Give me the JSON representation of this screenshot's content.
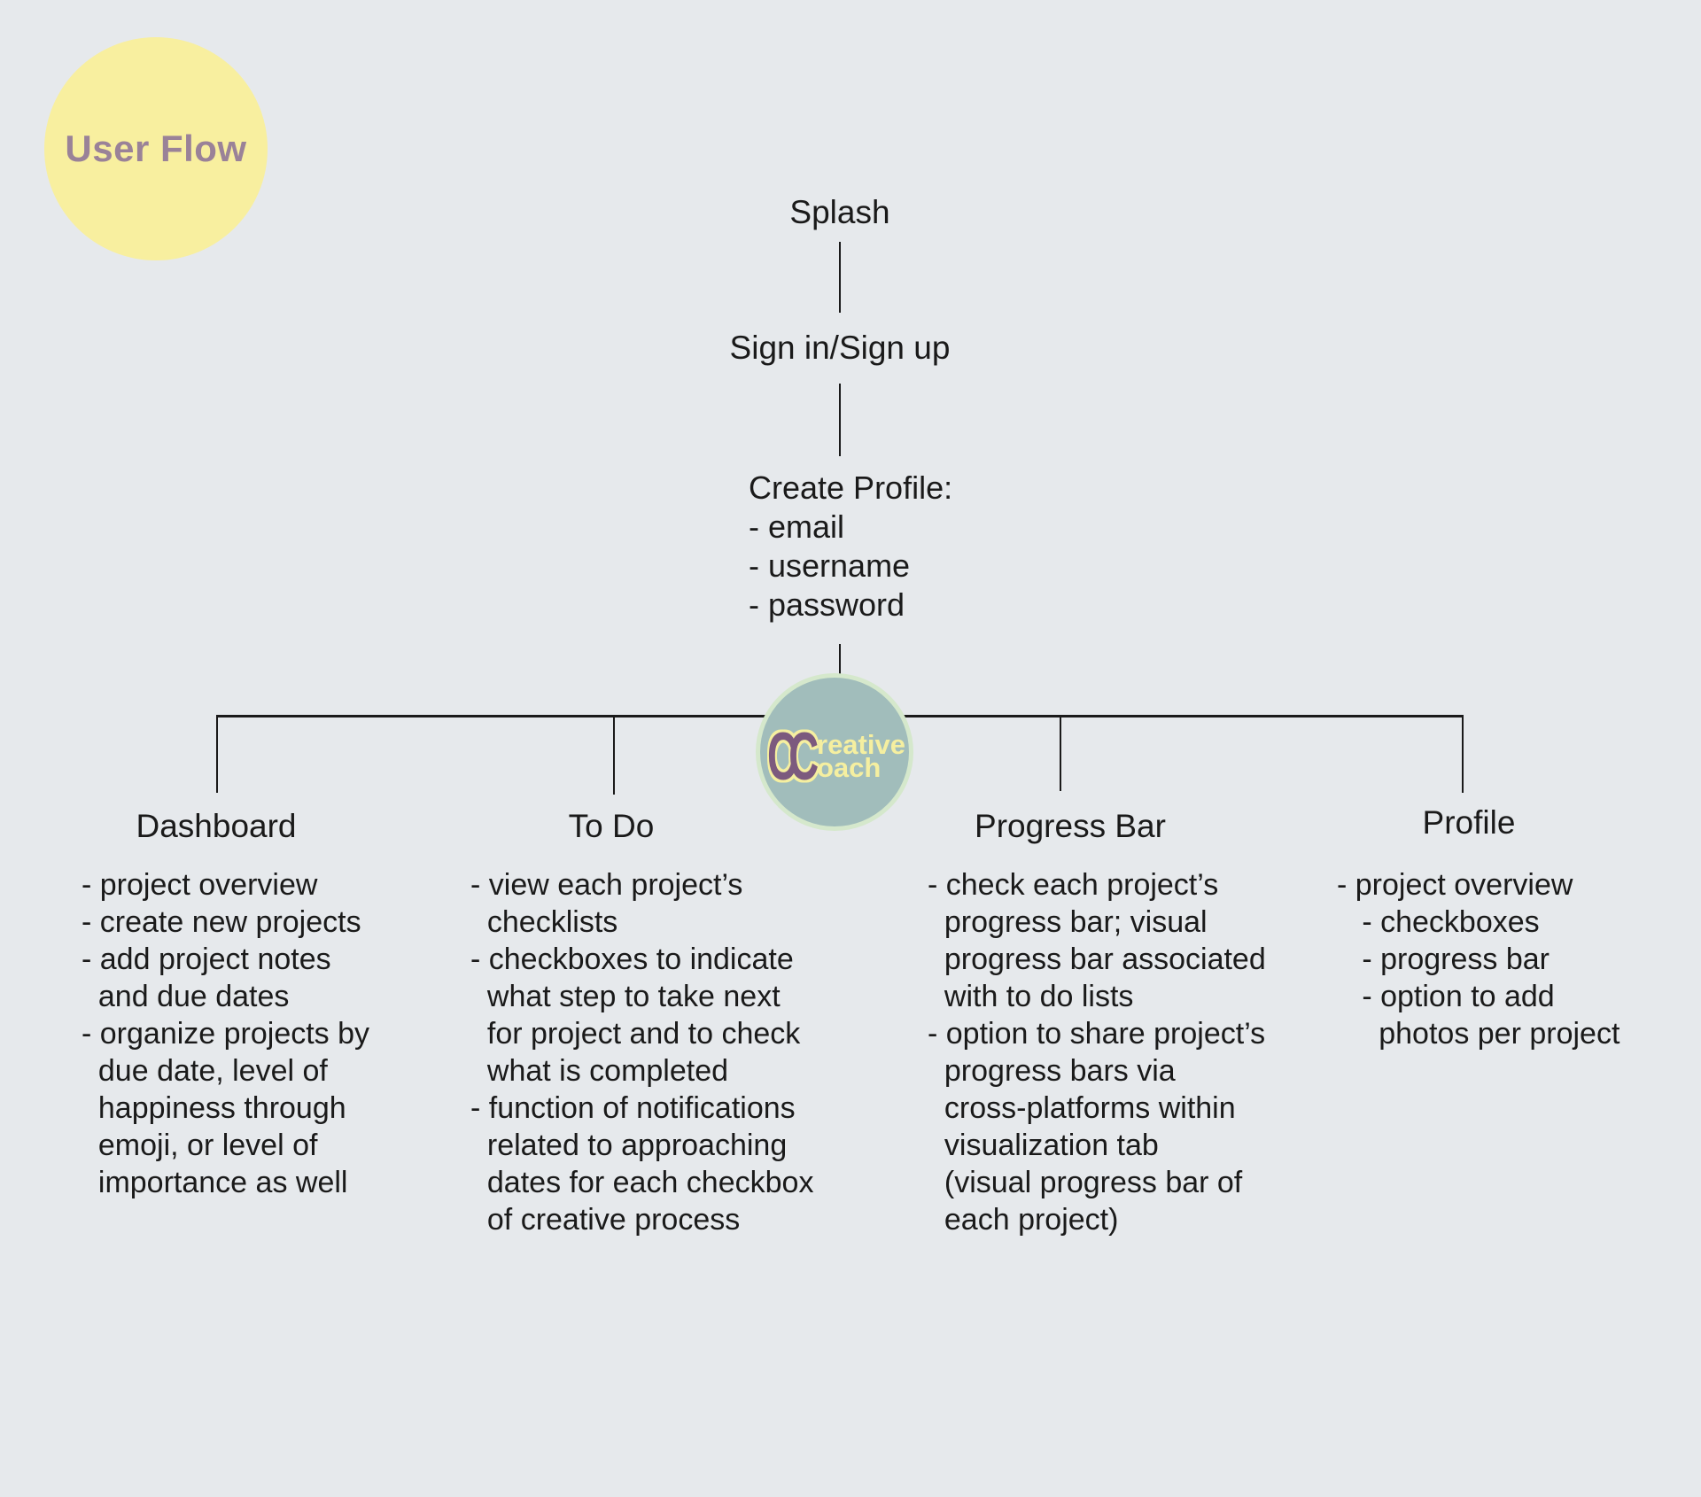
{
  "badge": {
    "label": "User Flow",
    "bg_color": "#f8ef9f",
    "text_color": "#9a8298"
  },
  "flow": {
    "splash": "Splash",
    "signin": "Sign in/Sign up",
    "create_profile": [
      "Create Profile:",
      "- email",
      "- username",
      "- password"
    ]
  },
  "logo": {
    "monogram": "CC",
    "words": [
      "reative",
      "oach"
    ],
    "circle_color": "#a1bdbb",
    "ring_color": "#d5e8cc",
    "monogram_color": "#7c5a7e",
    "accent_color": "#f5efa0"
  },
  "branches": [
    {
      "title": "Dashboard",
      "items": [
        "- project overview",
        "- create new projects",
        "- add project notes",
        "  and due dates",
        "- organize projects by",
        "  due date, level of",
        "  happiness through",
        "  emoji, or level of",
        "  importance as well"
      ]
    },
    {
      "title": "To Do",
      "items": [
        "- view each project’s",
        "  checklists",
        "- checkboxes to indicate",
        "  what step to take next",
        "  for project and to check",
        "  what is completed",
        "- function of notifications",
        "  related to approaching",
        "  dates for each checkbox",
        "  of creative process"
      ]
    },
    {
      "title": "Progress Bar",
      "items": [
        "- check each project’s",
        "  progress bar; visual",
        "  progress bar associated",
        "  with to do lists",
        "- option to share project’s",
        "  progress bars via",
        "  cross-platforms within",
        "  visualization tab",
        "  (visual progress bar of",
        "  each project)"
      ]
    },
    {
      "title": "Profile",
      "items": [
        "- project overview",
        "   - checkboxes",
        "   - progress bar",
        "   - option to add",
        "     photos per project"
      ]
    }
  ],
  "colors": {
    "background": "#e6e9ec",
    "line": "#1a1a1a",
    "text": "#1a1a1a"
  }
}
